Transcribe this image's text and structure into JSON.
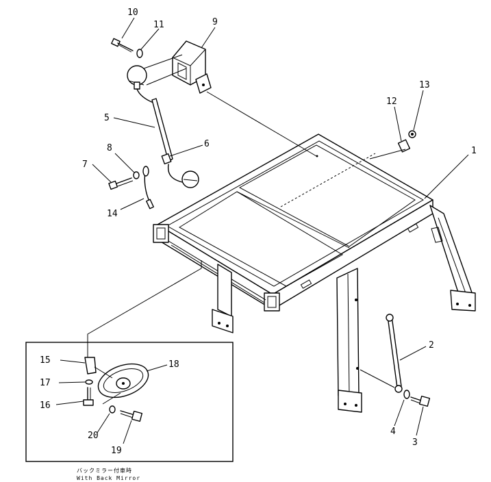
{
  "callouts": {
    "c1": "1",
    "c2": "2",
    "c3": "3",
    "c4": "4",
    "c5": "5",
    "c6": "6",
    "c7": "7",
    "c8": "8",
    "c9": "9",
    "c10": "10",
    "c11": "11",
    "c12": "12",
    "c13": "13",
    "c14": "14",
    "c15": "15",
    "c16": "16",
    "c17": "17",
    "c18": "18",
    "c19": "19",
    "c20": "20"
  },
  "inset": {
    "caption_jp": "バックミラー付車時",
    "caption_en": "With Back Mirror"
  }
}
